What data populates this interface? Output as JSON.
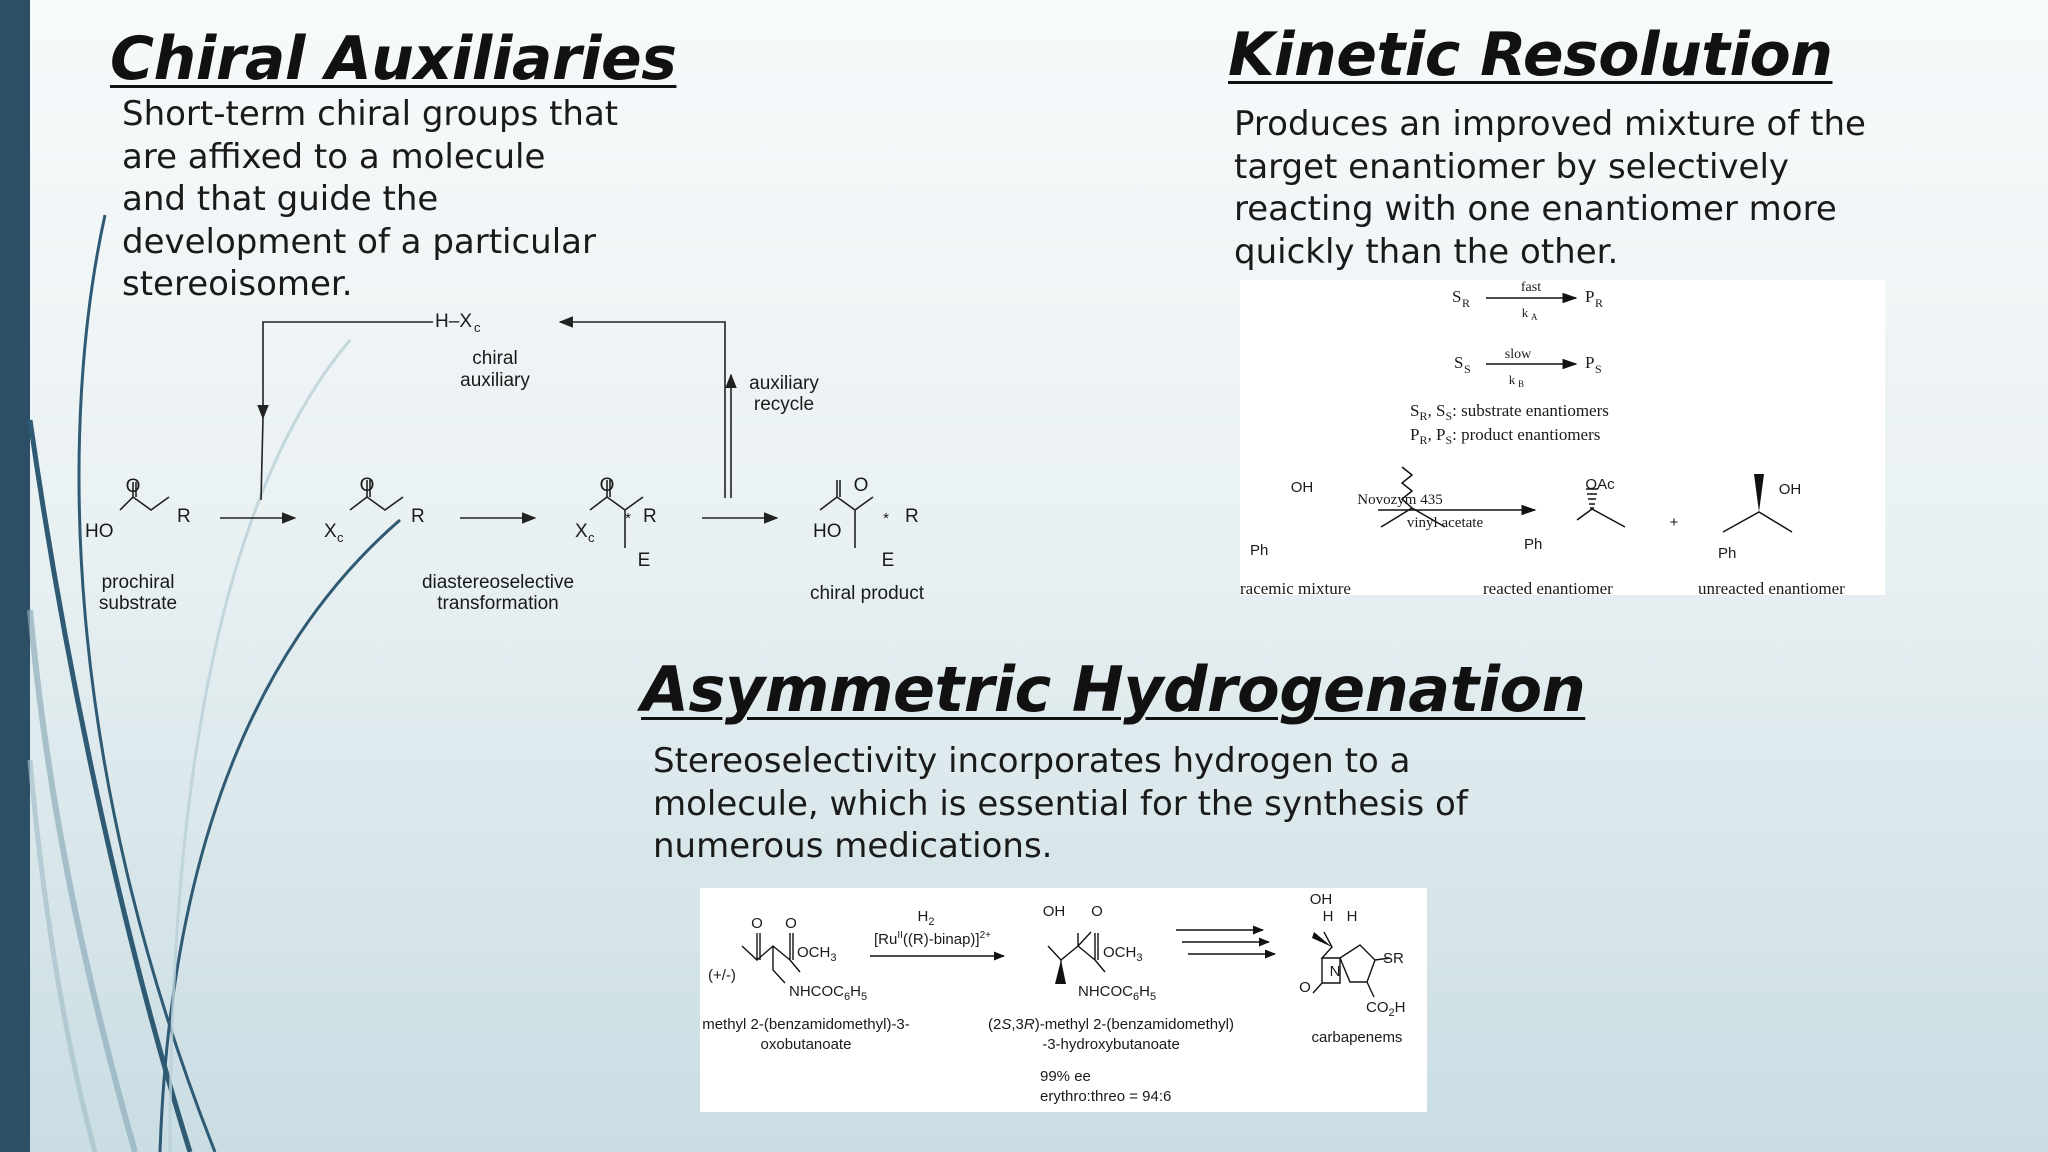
{
  "chiral_auxiliaries": {
    "heading": "Chiral Auxiliaries",
    "description": [
      "Short-term chiral groups that",
      "are affixed to a molecule",
      "and that guide the",
      "development of a particular",
      "stereoisomer."
    ],
    "scheme": {
      "aux_formula": "H–X",
      "aux_sub": "c",
      "aux_label": [
        "chiral",
        "auxiliary"
      ],
      "recycle_label": [
        "auxiliary",
        "recycle"
      ],
      "prochiral_label": [
        "prochiral",
        "substrate"
      ],
      "transformation_label": [
        "diastereoselective",
        "transformation"
      ],
      "product_label": "chiral product",
      "atom_o": "O",
      "atom_ho": "HO",
      "atom_r": "R",
      "atom_e": "E",
      "atom_x": "X",
      "atom_x_sub": "c",
      "star": "*"
    }
  },
  "kinetic_resolution": {
    "heading": "Kinetic Resolution",
    "description": [
      "Produces an improved mixture of the",
      "target enantiomer by selectively",
      "reacting with one enantiomer more",
      "quickly than the other."
    ],
    "scheme": {
      "fast": "fast",
      "slow": "slow",
      "k_a": "k",
      "k_a_sub": "A",
      "k_b": "k",
      "k_b_sub": "B",
      "s": "S",
      "p": "P",
      "sub_r": "R",
      "sub_s": "S",
      "legend_line1_tail": ": substrate enantiomers",
      "legend_line2_tail": ": product enantiomers",
      "comma": ", ",
      "reagent1": "Novozym 435",
      "reagent2": "vinyl acetate",
      "oh": "OH",
      "oac": "OAc",
      "ph": "Ph",
      "plus": "+",
      "racemic": "racemic mixture",
      "reacted": "reacted enantiomer",
      "unreacted": "unreacted enantiomer"
    }
  },
  "asymmetric_hydrogenation": {
    "heading": "Asymmetric Hydrogenation",
    "description": [
      "Stereoselectivity incorporates hydrogen to a",
      "molecule, which is essential for the synthesis of",
      "numerous medications."
    ],
    "scheme": {
      "racemic_tag": "(+/-)",
      "o": "O",
      "och3": "OCH",
      "three": "3",
      "oh": "OH",
      "h": "H",
      "nhcoc": "NHCOC",
      "six": "6",
      "five": "5",
      "h2": "H",
      "two": "2",
      "catalyst_a": "[Ru",
      "catalyst_sup": "II",
      "catalyst_b": "((R)-binap)]",
      "catalyst_charge": "2+",
      "sr": "SR",
      "co2h": "CO",
      "n": "N",
      "start_name": [
        "methyl 2-(benzamidomethyl)-3-",
        "oxobutanoate"
      ],
      "product_name_a": "(2",
      "product_name_s": "S",
      "product_name_b": ",3",
      "product_name_r": "R",
      "product_name_c": ")-methyl 2-(benzamidomethyl)",
      "product_name_line2": "-3-hydroxybutanoate",
      "ee": "99% ee",
      "ratio": "erythro:threo = 94:6",
      "final_name": "carbapenems"
    }
  }
}
